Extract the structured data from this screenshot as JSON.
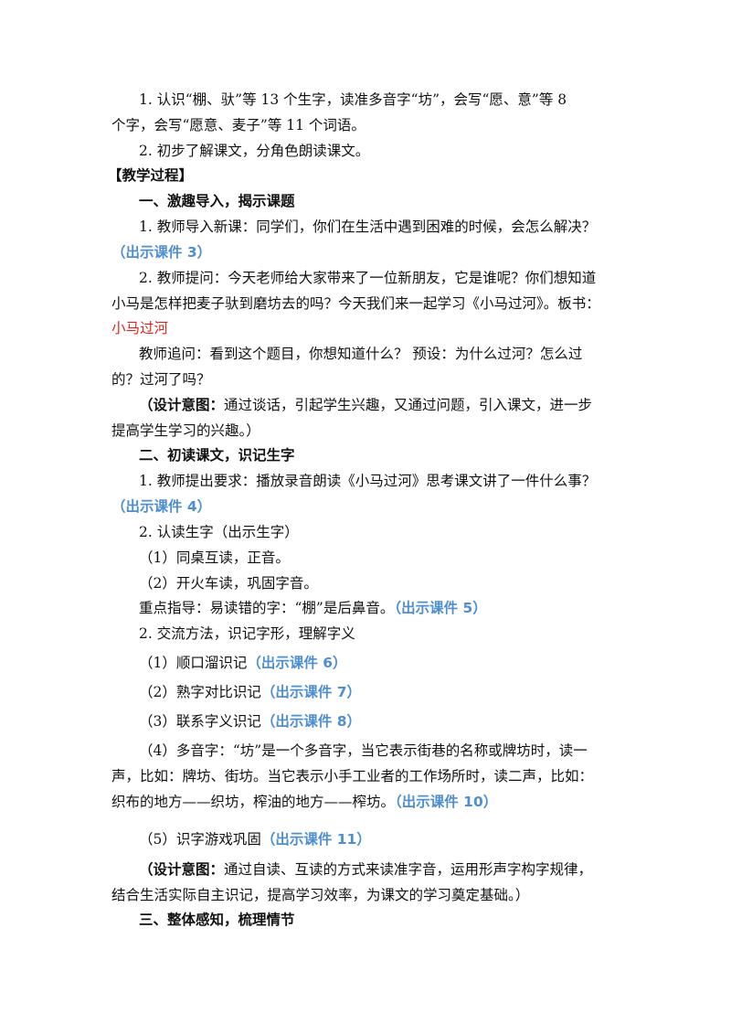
{
  "colors": {
    "text": "#111111",
    "link_blue": "#4f8fd0",
    "board_red": "#e0241c"
  },
  "goals": {
    "g1_a": "1. 认识“棚、驮”等 13 个生字，读准多音字“坊”，会写“愿、意”等 8",
    "g1_b": "个字，会写“愿意、麦子”等 11 个词语。",
    "g2": "2. 初步了解课文，分角色朗读课文。"
  },
  "process_heading": "【教学过程】",
  "s1": {
    "title": "一、激趣导入，揭示课题",
    "p1": "1. 教师导入新课：同学们，你们在生活中遇到困难的时候，会怎么解决？",
    "p1_ref": "（出示课件 3）",
    "p2_a": "2. 教师提问：今天老师给大家带来了一位新朋友，它是谁呢？你们想知道",
    "p2_b": "小马是怎样把麦子驮到磨坊去的吗？今天我们来一起学习《小马过河》。板书：",
    "board": "小马过河",
    "p3_a": "教师追问：看到这个题目，你想知道什么？    预设：为什么过河？怎么过",
    "p3_b": "的？过河了吗？",
    "intent_label": "（设计意图：",
    "intent_a": "通过谈话，引起学生兴趣，又通过问题，引入课文，进一步",
    "intent_b": "提高学生学习的兴趣。）"
  },
  "s2": {
    "title": "二、初读课文，识记生字",
    "p1": "1. 教师提出要求：播放录音朗读《小马过河》思考课文讲了一件什么事？",
    "p1_ref": "（出示课件 4）",
    "p2": "2. 认读生字（出示生字）",
    "p2_1": "（1）同桌互读，正音。",
    "p2_2": "（2）开火车读，巩固字音。",
    "key": "重点指导：易读错的字：“棚”是后鼻音。",
    "key_ref": "（出示课件 5）",
    "p3": "2. 交流方法，识记字形，理解字义",
    "m1": "（1）顺口溜识记",
    "m1_ref": "（出示课件 6）",
    "m2": "（2）熟字对比识记",
    "m2_ref": "（出示课件 7）",
    "m3": "（3）联系字义识记",
    "m3_ref": "（出示课件 8）",
    "m4_a": "（4）多音字：“坊”是一个多音字，当它表示街巷的名称或牌坊时，读一",
    "m4_b": "声，比如：牌坊、街坊。当它表示小手工业者的工作场所时，读二声，比如：",
    "m4_c": "织布的地方——织坊，榨油的地方——榨坊。",
    "m4_ref": "（出示课件 10）",
    "m5": "（5）识字游戏巩固",
    "m5_ref": "（出示课件 11）",
    "intent_label": "（设计意图：",
    "intent_a": "通过自读、互读的方式来读准字音，运用形声字构字规律，",
    "intent_b": "结合生活实际自主识记，提高学习效率，为课文的学习奠定基础。）"
  },
  "s3": {
    "title": "三、整体感知，梳理情节"
  }
}
